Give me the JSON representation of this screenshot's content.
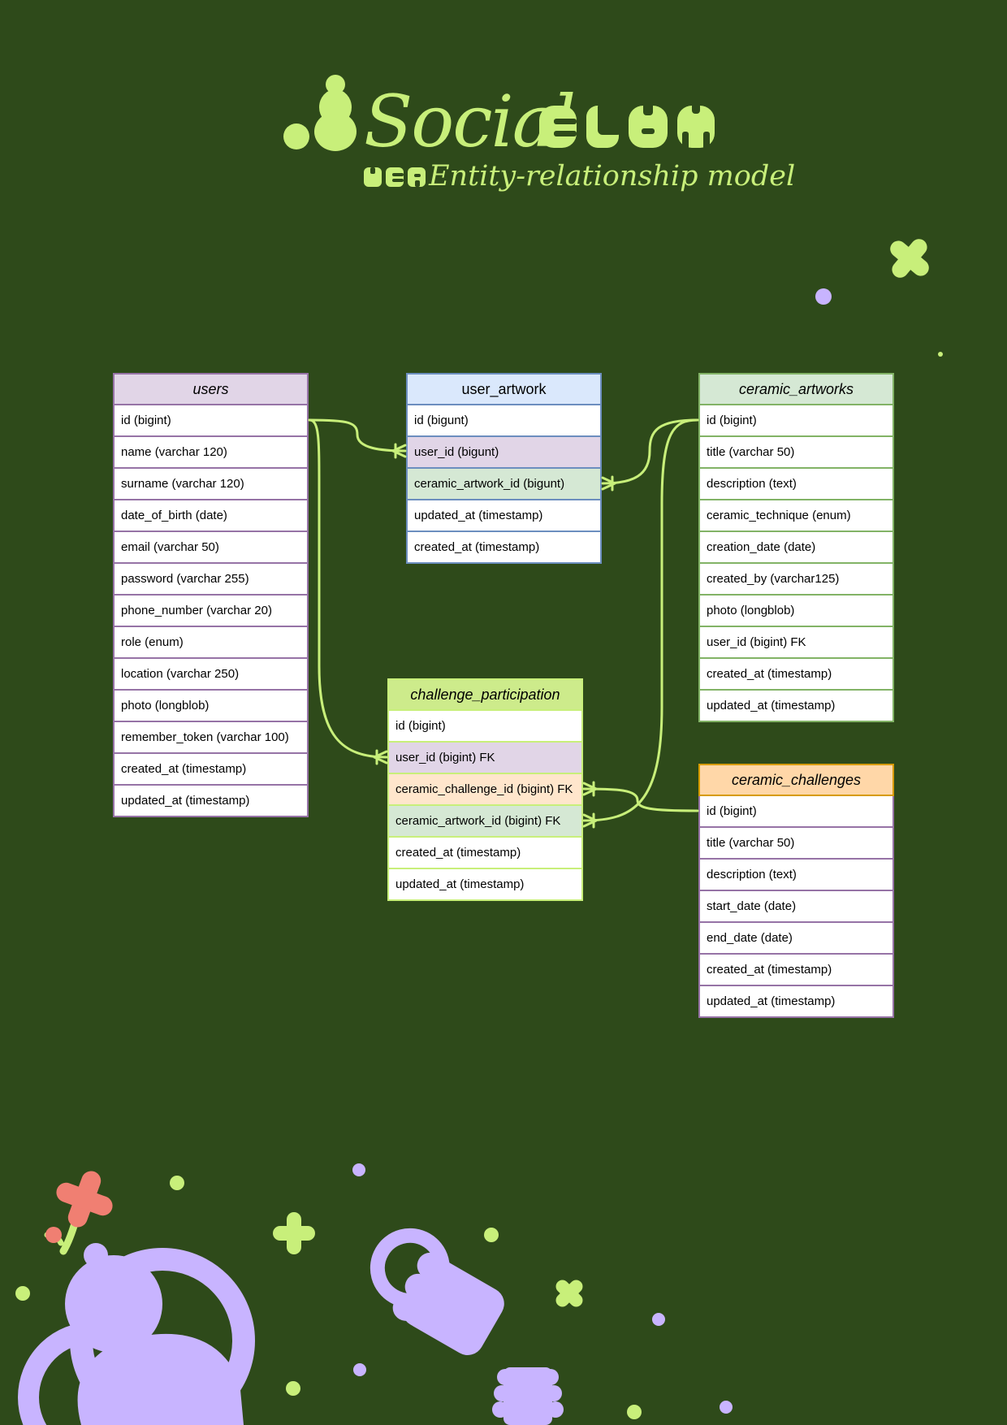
{
  "header": {
    "brand_word": "Social",
    "subtitle": "Entity-relationship model"
  },
  "colors": {
    "background": "#2e4a1a",
    "accent_lime": "#c8ef7a",
    "accent_lavender": "#c8b4ff",
    "accent_coral": "#f07f72"
  },
  "tables": {
    "users": {
      "name": "users",
      "fields": [
        "id (bigint)",
        "name (varchar 120)",
        "surname (varchar 120)",
        "date_of_birth (date)",
        "email (varchar 50)",
        "password (varchar 255)",
        "phone_number (varchar 20)",
        "role (enum)",
        "location (varchar 250)",
        "photo (longblob)",
        "remember_token (varchar 100)",
        "created_at (timestamp)",
        "updated_at (timestamp)"
      ]
    },
    "user_artwork": {
      "name": "user_artwork",
      "fields": [
        "id (bigunt)",
        "user_id (bigunt)",
        "ceramic_artwork_id (bigunt)",
        "updated_at (timestamp)",
        "created_at (timestamp)"
      ]
    },
    "ceramic_artworks": {
      "name": "ceramic_artworks",
      "fields": [
        "id (bigint)",
        "title (varchar 50)",
        "description (text)",
        "ceramic_technique (enum)",
        "creation_date (date)",
        "created_by (varchar125)",
        "photo (longblob)",
        "user_id (bigint) FK",
        "created_at (timestamp)",
        "updated_at (timestamp)"
      ]
    },
    "challenge_participation": {
      "name": "challenge_participation",
      "fields": [
        "id (bigint)",
        "user_id (bigint) FK",
        "ceramic_challenge_id (bigint) FK",
        "ceramic_artwork_id (bigint) FK",
        "created_at (timestamp)",
        "updated_at (timestamp)"
      ]
    },
    "ceramic_challenges": {
      "name": "ceramic_challenges",
      "fields": [
        "id (bigint)",
        "title (varchar 50)",
        "description (text)",
        "start_date (date)",
        "end_date (date)",
        "created_at (timestamp)",
        "updated_at (timestamp)"
      ]
    }
  },
  "relationships": [
    {
      "from": "users.id",
      "to": "user_artwork.user_id",
      "cardinality": "one-to-many"
    },
    {
      "from": "ceramic_artworks.id",
      "to": "user_artwork.ceramic_artwork_id",
      "cardinality": "one-to-many"
    },
    {
      "from": "users.id",
      "to": "challenge_participation.user_id",
      "cardinality": "one-to-many"
    },
    {
      "from": "ceramic_challenges.id",
      "to": "challenge_participation.ceramic_challenge_id",
      "cardinality": "one-to-many"
    },
    {
      "from": "ceramic_artworks.id",
      "to": "challenge_participation.ceramic_artwork_id",
      "cardinality": "one-to-many"
    }
  ]
}
